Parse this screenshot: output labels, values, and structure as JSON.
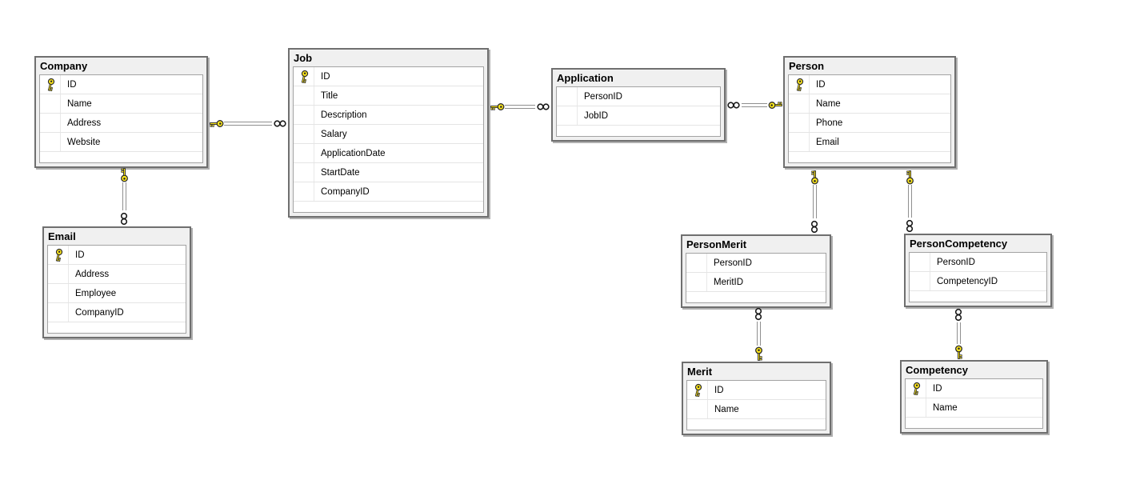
{
  "diagram": {
    "type": "database-er-diagram",
    "symbols": {
      "primary_key_icon": "key-icon",
      "one_side_icon": "key-icon",
      "many_side_icon": "infinity-icon"
    },
    "colors": {
      "canvas_bg": "#FFFFFF",
      "table_header_bg": "#F0F0F0",
      "table_border": "#6F6F6F",
      "grid_border": "#A3A3A3",
      "row_divider": "#E4E4E4",
      "connector": "#8F8F8F",
      "key_fill": "#FFE81A"
    },
    "tables": [
      {
        "title": "Company",
        "fields": [
          {
            "name": "ID",
            "pk": true
          },
          {
            "name": "Name",
            "pk": false
          },
          {
            "name": "Address",
            "pk": false
          },
          {
            "name": "Website",
            "pk": false
          }
        ]
      },
      {
        "title": "Job",
        "fields": [
          {
            "name": "ID",
            "pk": true
          },
          {
            "name": "Title",
            "pk": false
          },
          {
            "name": "Description",
            "pk": false
          },
          {
            "name": "Salary",
            "pk": false
          },
          {
            "name": "ApplicationDate",
            "pk": false
          },
          {
            "name": "StartDate",
            "pk": false
          },
          {
            "name": "CompanyID",
            "pk": false
          }
        ]
      },
      {
        "title": "Application",
        "fields": [
          {
            "name": "PersonID",
            "pk": false
          },
          {
            "name": "JobID",
            "pk": false
          }
        ]
      },
      {
        "title": "Person",
        "fields": [
          {
            "name": "ID",
            "pk": true
          },
          {
            "name": "Name",
            "pk": false
          },
          {
            "name": "Phone",
            "pk": false
          },
          {
            "name": "Email",
            "pk": false
          }
        ]
      },
      {
        "title": "Email",
        "fields": [
          {
            "name": "ID",
            "pk": true
          },
          {
            "name": "Address",
            "pk": false
          },
          {
            "name": "Employee",
            "pk": false
          },
          {
            "name": "CompanyID",
            "pk": false
          }
        ]
      },
      {
        "title": "PersonMerit",
        "fields": [
          {
            "name": "PersonID",
            "pk": false
          },
          {
            "name": "MeritID",
            "pk": false
          }
        ]
      },
      {
        "title": "PersonCompetency",
        "fields": [
          {
            "name": "PersonID",
            "pk": false
          },
          {
            "name": "CompetencyID",
            "pk": false
          }
        ]
      },
      {
        "title": "Merit",
        "fields": [
          {
            "name": "ID",
            "pk": true
          },
          {
            "name": "Name",
            "pk": false
          }
        ]
      },
      {
        "title": "Competency",
        "fields": [
          {
            "name": "ID",
            "pk": true
          },
          {
            "name": "Name",
            "pk": false
          }
        ]
      }
    ],
    "relationships": [
      {
        "one": "Company",
        "many": "Job"
      },
      {
        "one": "Job",
        "many": "Application"
      },
      {
        "one": "Person",
        "many": "Application"
      },
      {
        "one": "Company",
        "many": "Email"
      },
      {
        "one": "Person",
        "many": "PersonMerit"
      },
      {
        "one": "Person",
        "many": "PersonCompetency"
      },
      {
        "one": "Merit",
        "many": "PersonMerit"
      },
      {
        "one": "Competency",
        "many": "PersonCompetency"
      }
    ]
  }
}
